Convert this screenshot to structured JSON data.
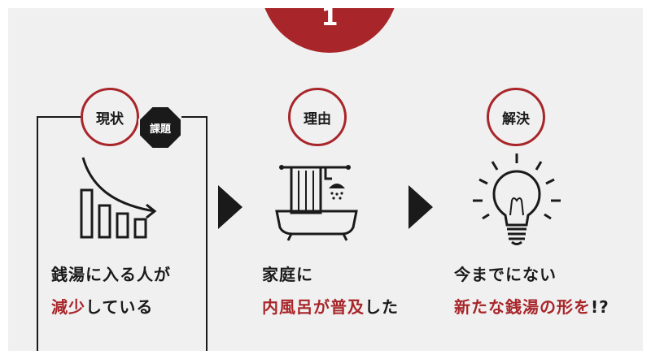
{
  "step": {
    "number": "1"
  },
  "columns": [
    {
      "label": "現状",
      "badge": "課題",
      "line1": "銭湯に入る人が",
      "line2_red": "減少",
      "line2_rest": "している",
      "icon": "declining-bar-chart-icon"
    },
    {
      "label": "理由",
      "line1": "家庭に",
      "line2_red": "内風呂が普及",
      "line2_rest": "した",
      "icon": "bathtub-shower-icon"
    },
    {
      "label": "解決",
      "line1": "今までにない",
      "line2_red": "新たな銭湯の形を",
      "line2_rest": "!?",
      "icon": "light-bulb-icon"
    }
  ],
  "arrows": [
    "play-arrow-icon",
    "play-arrow-icon"
  ],
  "colors": {
    "accent": "#a8262a",
    "dark": "#1a1a1a",
    "background": "#f0f0f0"
  }
}
